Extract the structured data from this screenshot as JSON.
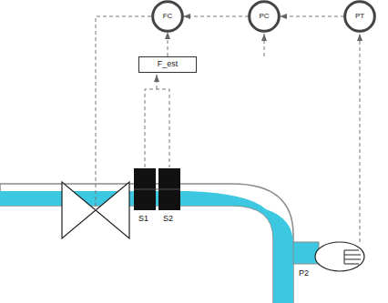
{
  "diagram": {
    "nodes": [
      {
        "text": [
          "FC"
        ]
      },
      {
        "text": [
          "PC"
        ]
      },
      {
        "text": [
          "PT"
        ]
      },
      {
        "text": [
          "F_est"
        ]
      }
    ],
    "edges": [
      {
        "from": 2,
        "to": 1,
        "arrow": "to"
      },
      {
        "from": 1,
        "to": 0,
        "arrow": "to"
      },
      {
        "from": 3,
        "to": 0,
        "arrow": "to"
      }
    ],
    "labels": [
      "S1",
      "S2",
      "P2"
    ]
  }
}
